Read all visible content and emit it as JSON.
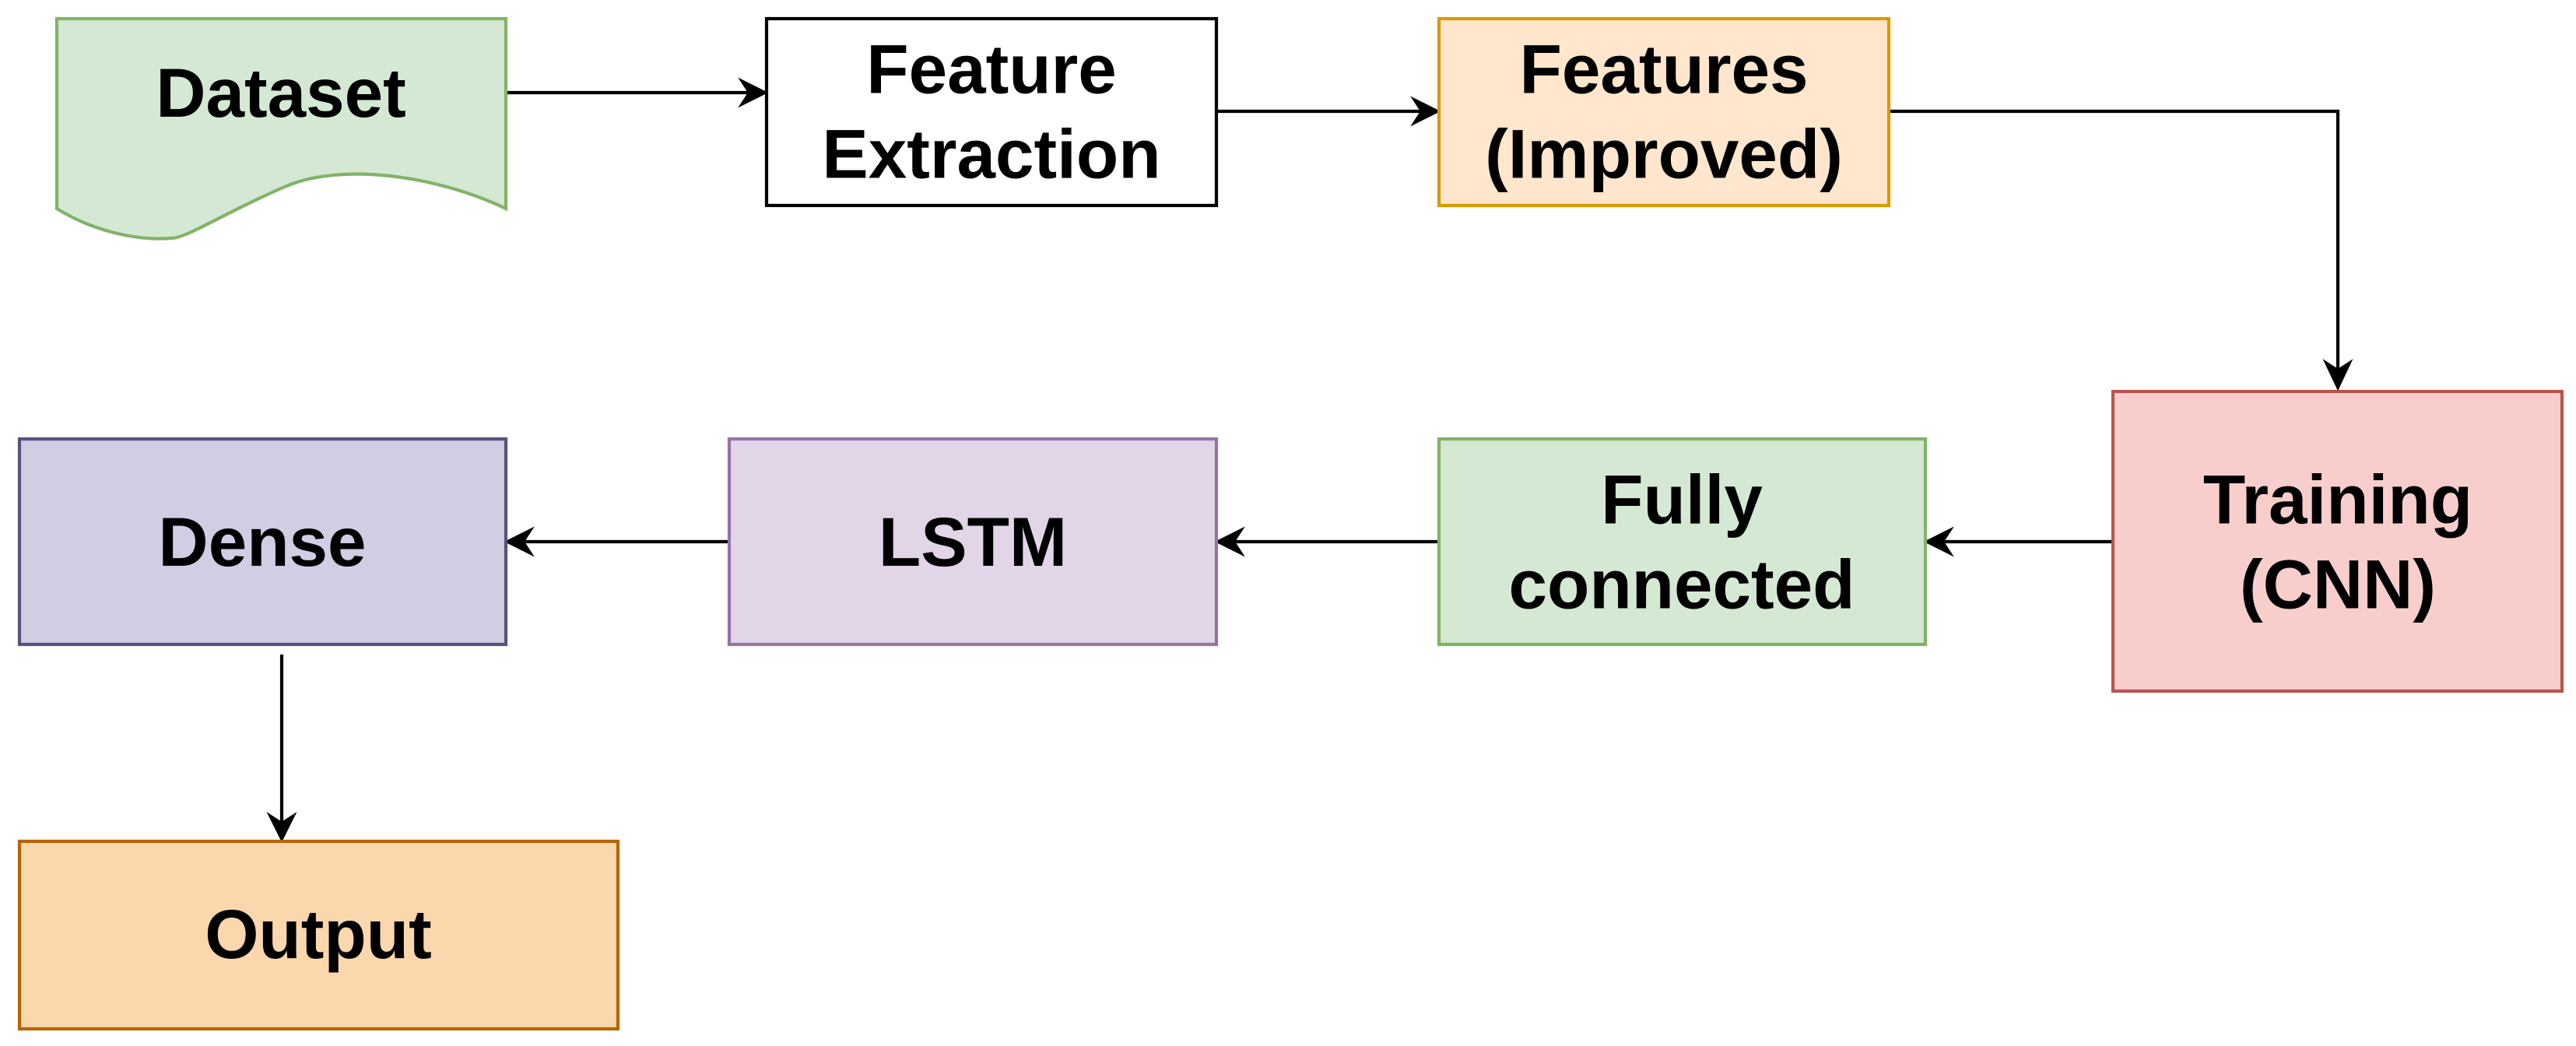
{
  "nodes": {
    "dataset": {
      "lines": [
        "Dataset"
      ],
      "shape": "document",
      "fill": "#D5E8D4",
      "stroke": "#82B366"
    },
    "feature_extraction": {
      "lines": [
        "Feature",
        "Extraction"
      ],
      "shape": "rectangle",
      "fill": "#FFFFFF",
      "stroke": "#000000"
    },
    "features_improved": {
      "lines": [
        "Features",
        "(Improved)"
      ],
      "shape": "rectangle",
      "fill": "#FFE6CC",
      "stroke": "#D79B00"
    },
    "training_cnn": {
      "lines": [
        "Training",
        "(CNN)"
      ],
      "shape": "rectangle",
      "fill": "#F8CECC",
      "stroke": "#B85450"
    },
    "fully_connected": {
      "lines": [
        "Fully",
        "connected"
      ],
      "shape": "rectangle",
      "fill": "#D5E8D4",
      "stroke": "#82B366"
    },
    "lstm": {
      "lines": [
        "LSTM"
      ],
      "shape": "rectangle",
      "fill": "#E1D5E7",
      "stroke": "#9673A6"
    },
    "dense": {
      "lines": [
        "Dense"
      ],
      "shape": "rectangle",
      "fill": "#D0CEE2",
      "stroke": "#56517E"
    },
    "output": {
      "lines": [
        "Output"
      ],
      "shape": "rectangle",
      "fill": "#FAD7AC",
      "stroke": "#B46504"
    }
  },
  "edges": [
    {
      "from": "dataset",
      "to": "feature_extraction"
    },
    {
      "from": "feature_extraction",
      "to": "features_improved"
    },
    {
      "from": "features_improved",
      "to": "training_cnn"
    },
    {
      "from": "training_cnn",
      "to": "fully_connected"
    },
    {
      "from": "fully_connected",
      "to": "lstm"
    },
    {
      "from": "lstm",
      "to": "dense"
    },
    {
      "from": "dense",
      "to": "output"
    }
  ]
}
